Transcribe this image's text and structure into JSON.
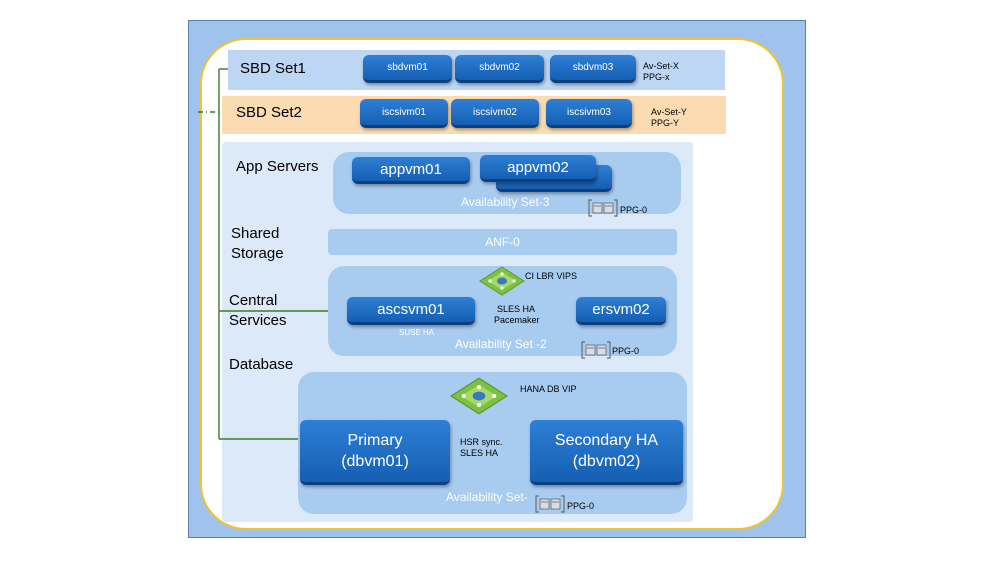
{
  "sbd_set1": {
    "label": "SBD Set1",
    "vms": [
      "sbdvm01",
      "sbdvm02",
      "sbdvm03"
    ],
    "meta1": "Av-Set-X",
    "meta2": "PPG-x"
  },
  "sbd_set2": {
    "label": "SBD Set2",
    "vms": [
      "iscsivm01",
      "iscsivm02",
      "iscsivm03"
    ],
    "meta1": "Av-Set-Y",
    "meta2": "PPG-Y"
  },
  "app_servers": {
    "label": "App Servers",
    "vm1": "appvm01",
    "vm2": "appvm02",
    "avset": "Availability Set-3",
    "ppg": "PPG-0"
  },
  "shared_storage": {
    "label1": "Shared",
    "label2": "Storage",
    "anf": "ANF-0"
  },
  "central_services": {
    "label1": "Central",
    "label2": "Services",
    "lb": "CI LBR VIPS",
    "vm1": "ascsvm01",
    "vm1_note": "SUSE HA",
    "vm2": "ersvm02",
    "ha1": "SLES HA",
    "ha2": "Pacemaker",
    "avset": "Availability Set -2",
    "ppg": "PPG-0"
  },
  "database": {
    "label": "Database",
    "lb": "HANA DB VIP",
    "primary1": "Primary",
    "primary2": "(dbvm01)",
    "secondary1": "Secondary HA",
    "secondary2": "(dbvm02)",
    "sync1": "HSR sync.",
    "sync2": "SLES HA",
    "avset": "Availability Set-",
    "ppg": "PPG-0"
  },
  "colors": {
    "vm_blue": "#1f6fc8",
    "group_blue": "#a8cbf0",
    "frame_blue": "#9fc3ec",
    "border_yellow": "#f0c430",
    "sbd2_orange": "#fbdcb2",
    "connector_green": "#3a7a2a",
    "lb_green": "#7dc142"
  },
  "icons": {
    "load_balancer": "diamond-lb-icon",
    "ppg": "server-rack-icon"
  }
}
